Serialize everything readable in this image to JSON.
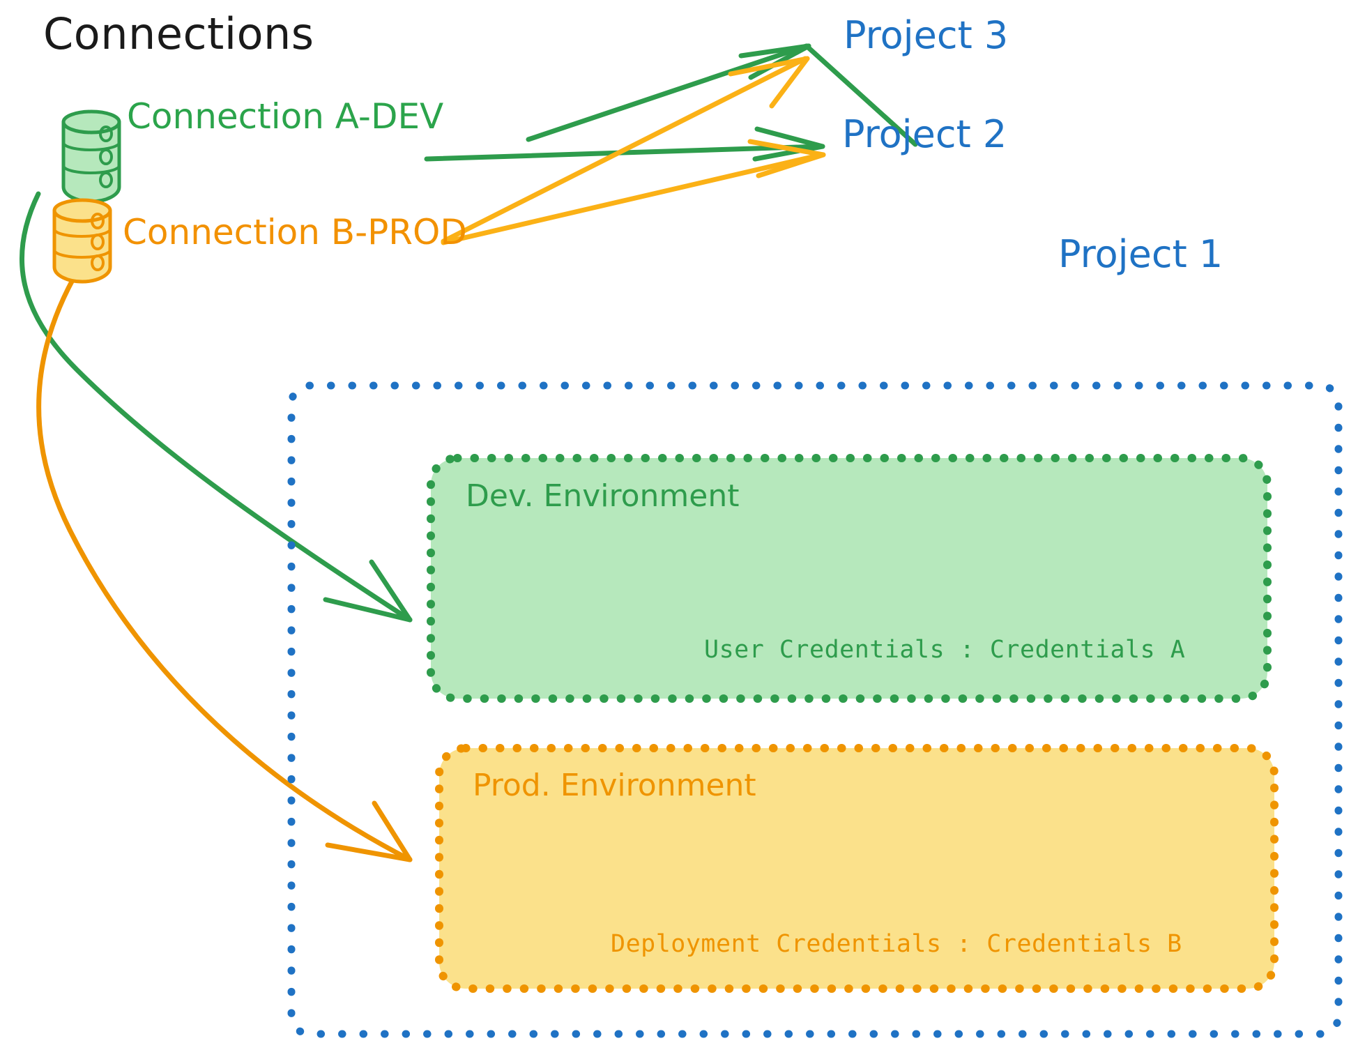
{
  "diagram": {
    "title": "Connections",
    "colors": {
      "green_stroke": "#2e9c4c",
      "green_fill": "#b6e8bc",
      "orange_stroke": "#ef9400",
      "orange_fill": "#fbe18b",
      "blue_stroke": "#1f72c4",
      "black_text": "#1a1a1a"
    },
    "connections": [
      {
        "id": "connection-a-dev",
        "label": "Connection A-DEV",
        "color": "#2ba44b",
        "icon": "database-icon",
        "targets": [
          "Project 3",
          "Project 2",
          "Dev. Environment"
        ]
      },
      {
        "id": "connection-b-prod",
        "label": "Connection B-PROD",
        "color": "#f29100",
        "icon": "database-icon",
        "targets": [
          "Project 3",
          "Project 2",
          "Prod. Environment"
        ]
      }
    ],
    "projects": [
      {
        "id": "project-3",
        "label": "Project 3"
      },
      {
        "id": "project-2",
        "label": "Project 2"
      },
      {
        "id": "project-1",
        "label": "Project 1"
      }
    ],
    "project_1": {
      "label": "Project 1",
      "environments": [
        {
          "id": "dev-environment",
          "title": "Dev. Environment",
          "credential_line": "User Credentials : Credentials A",
          "credential_key": "User Credentials",
          "credential_value": "Credentials A",
          "stroke": "#2e9c4c",
          "fill": "#b6e8bc"
        },
        {
          "id": "prod-environment",
          "title": "Prod. Environment",
          "credential_line": "Deployment Credentials : Credentials B",
          "credential_key": "Deployment Credentials",
          "credential_value": "Credentials B",
          "stroke": "#ef9400",
          "fill": "#fbe18b"
        }
      ]
    }
  }
}
